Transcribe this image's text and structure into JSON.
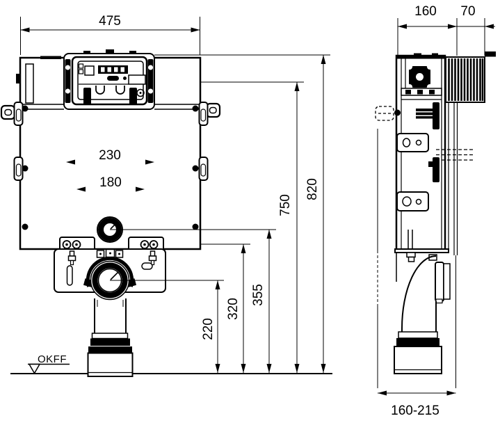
{
  "colors": {
    "ink": "#000000",
    "paper": "#ffffff"
  },
  "front": {
    "width_overall": "475",
    "width_fixing_outer": "230",
    "width_fixing_inner": "180",
    "height_drain_center": "220",
    "height_fixing": "320",
    "height_inlet_center": "355",
    "height_frame_inner": "750",
    "height_overall": "820",
    "floor_level_label": "OKFF"
  },
  "side": {
    "depth_frame": "160",
    "depth_bend_cover": "70",
    "depth_adjust_range": "160-215"
  }
}
